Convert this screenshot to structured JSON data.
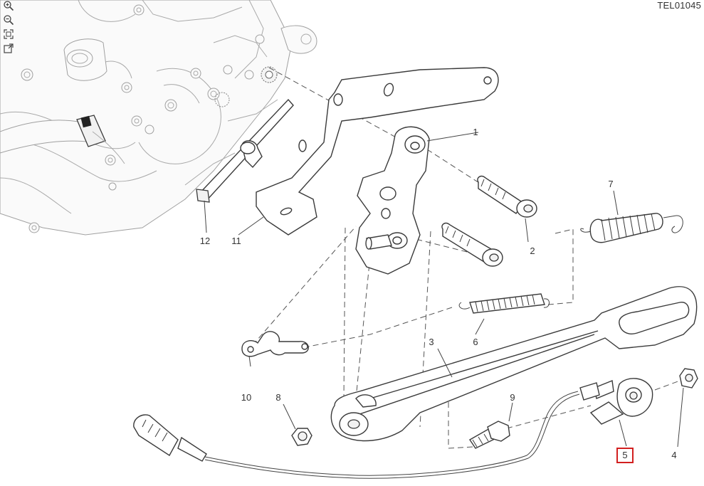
{
  "diagram": {
    "reference_code": "TEL01045",
    "callouts": [
      {
        "id": "1",
        "label": "1"
      },
      {
        "id": "2",
        "label": "2"
      },
      {
        "id": "3",
        "label": "3"
      },
      {
        "id": "4",
        "label": "4"
      },
      {
        "id": "5",
        "label": "5",
        "selected": true
      },
      {
        "id": "6",
        "label": "6"
      },
      {
        "id": "7",
        "label": "7"
      },
      {
        "id": "8",
        "label": "8"
      },
      {
        "id": "9",
        "label": "9"
      },
      {
        "id": "10",
        "label": "10"
      },
      {
        "id": "11",
        "label": "11"
      },
      {
        "id": "12",
        "label": "12"
      }
    ],
    "selected_part": "5",
    "highlight_color": "#d21f1f",
    "toolbar": [
      "zoom-in-icon",
      "zoom-out-icon",
      "fit-to-window-icon",
      "fullscreen-icon"
    ]
  }
}
